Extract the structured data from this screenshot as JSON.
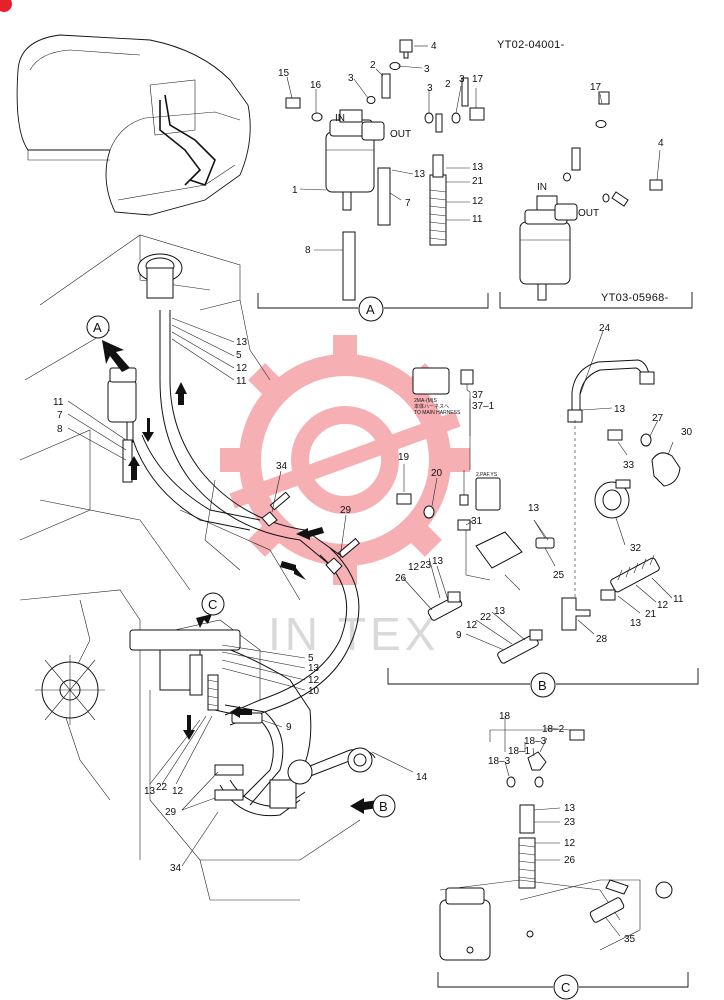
{
  "codes": {
    "top_serial": "YT02-04001-",
    "right_serial": "YT03-05968-"
  },
  "section_labels": {
    "A": "A",
    "B": "B",
    "C": "C"
  },
  "port_labels": {
    "in": "IN",
    "out": "OUT"
  },
  "connector_text": {
    "line1": "2MA-(M)S",
    "line2": "本体ハーネスへ",
    "line3": "TO MAIN HARNESS",
    "pins1": "2.PAF.YS"
  },
  "colors": {
    "watermark": "#e8202a",
    "ink": "#111111"
  },
  "watermark_text": "IN TEX",
  "parts": {
    "p1": "1",
    "p2": "2",
    "p3": "3",
    "p4": "4",
    "p5": "5",
    "p7": "7",
    "p8": "8",
    "p9": "9",
    "p10": "10",
    "p11": "11",
    "p12": "12",
    "p13": "13",
    "p14": "14",
    "p15": "15",
    "p16": "16",
    "p17": "17",
    "p18": "18",
    "p18_1": "18–1",
    "p18_2": "18–2",
    "p18_3": "18–3",
    "p19": "19",
    "p20": "20",
    "p21": "21",
    "p22": "22",
    "p23": "23",
    "p24": "24",
    "p25": "25",
    "p26": "26",
    "p27": "27",
    "p28": "28",
    "p29": "29",
    "p30": "30",
    "p31": "31",
    "p32": "32",
    "p33": "33",
    "p34": "34",
    "p35": "35",
    "p37": "37",
    "p37_1": "37–1"
  }
}
